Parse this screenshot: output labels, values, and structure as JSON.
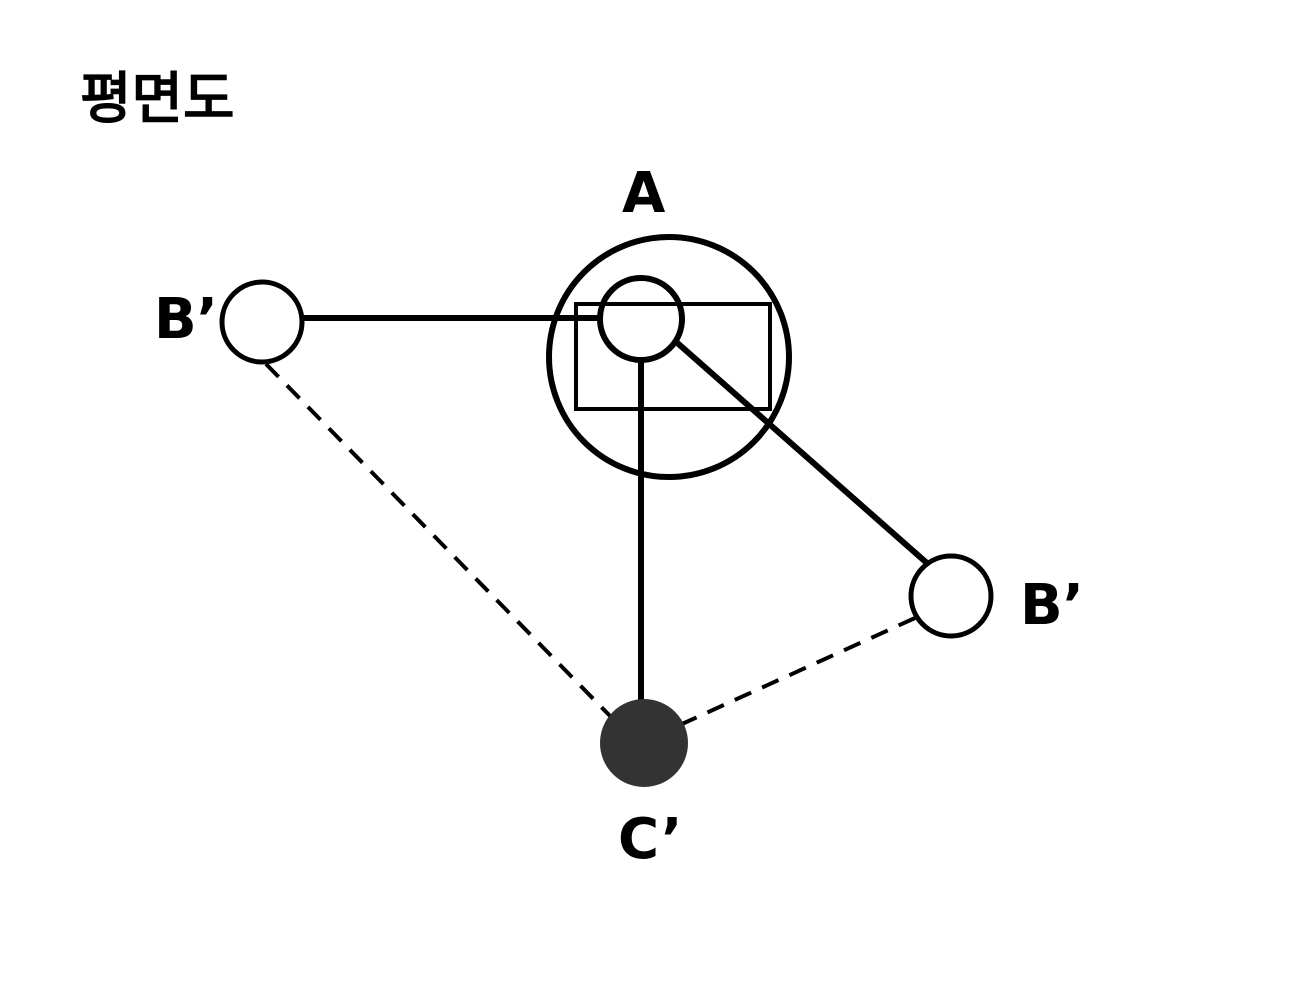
{
  "title": "평면도",
  "nodes": {
    "a": {
      "label": "A"
    },
    "b_left": {
      "label": "B’"
    },
    "b_right": {
      "label": "B’"
    },
    "c": {
      "label": "C’",
      "fill_color": "#333333"
    }
  },
  "colors": {
    "stroke": "#000000",
    "background": "#ffffff",
    "c_fill": "#333333"
  }
}
